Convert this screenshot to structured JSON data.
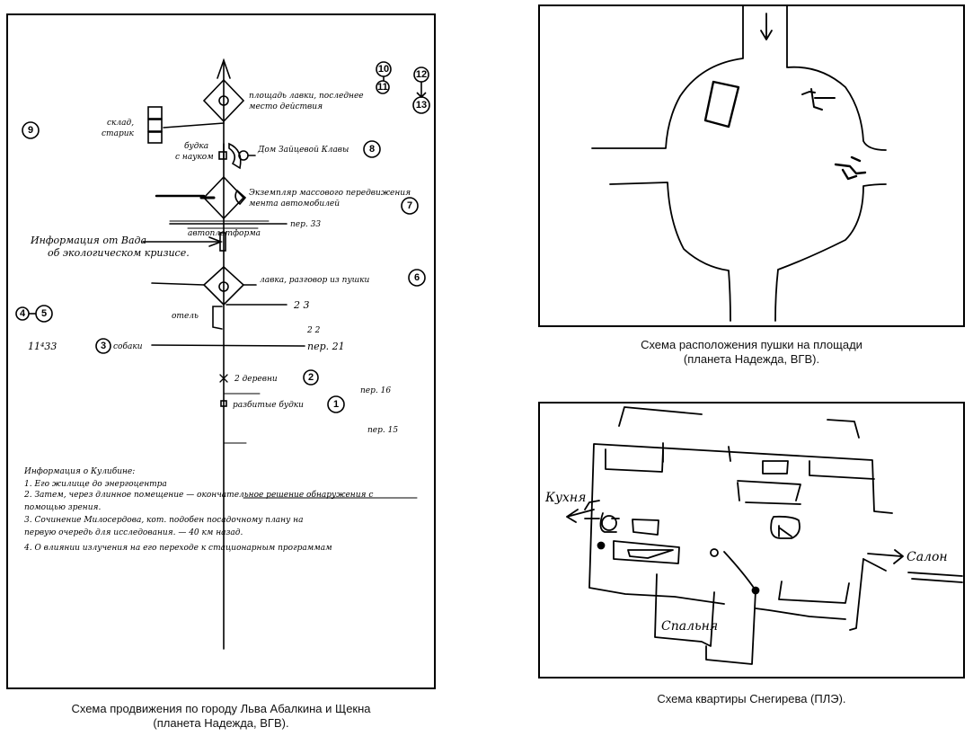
{
  "figures": {
    "route": {
      "caption_line1": "Схема продвижения по городу Льва Абалкина и Щекна",
      "caption_line2": "(планета Надежда, ВГВ).",
      "labels": {
        "square": "площадь лавки, последнее",
        "square2": "место действия",
        "warehouse": "склад,",
        "warehouse2": "старик",
        "booth": "будка",
        "booth2": "с науком",
        "house": "Дом Зайцевой Клавы",
        "ejector": "Экземпляр массового передвижения",
        "ejector2": "мента автомобилей",
        "autoplatform": "автоплатформа",
        "lane33": "пер. 33",
        "info_left": "Информация от Вада",
        "info_left2": "об экологическом кризисе.",
        "shop": "лавка, разговор из пушки",
        "hotel": "отель",
        "time": "11⁴33",
        "dogs": "собаки",
        "lane21": "пер. 21",
        "mark23": "2 3",
        "mark22": "2 2",
        "fallen": "2 деревни",
        "broken": "разбитые будки",
        "lane16": "пер. 16",
        "lane15": "пер. 15"
      },
      "circles": [
        "10",
        "11",
        "12",
        "13",
        "9",
        "8",
        "7",
        "6",
        "4",
        "5",
        "3",
        "2",
        "1"
      ],
      "notes": {
        "title": "Информация о Кулибине:",
        "items": [
          "1. Его жилище до энергоцентра",
          "2. Затем, через длинное помещение — окончательное решение обнаружения с",
          "   помощью зрения.",
          "3. Сочинение Милосердова, кот. подобен посадочному плану на",
          "   первую очередь для исследования. — 40 км назад.",
          "4. О влиянии излучения на его переходе к стационарным программам"
        ]
      }
    },
    "square": {
      "caption_line1": "Схема расположения пушки на площади",
      "caption_line2": "(планета Надежда, ВГВ)."
    },
    "apartment": {
      "caption": "Схема квартиры Снегирева (ПЛЭ).",
      "labels": {
        "kitchen": "Кухня",
        "hall": "Салон",
        "wardrobe": "Спальня"
      }
    }
  }
}
